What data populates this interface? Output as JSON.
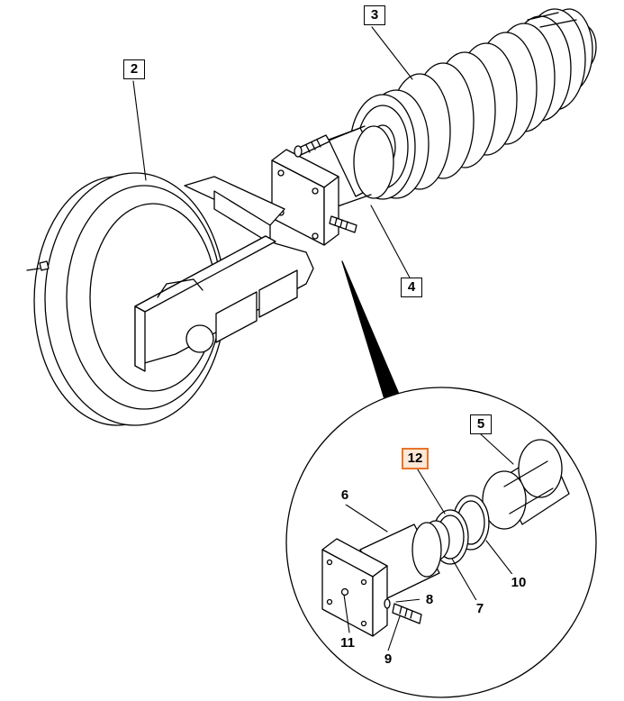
{
  "callouts": {
    "c2": "2",
    "c3": "3",
    "c4": "4",
    "c5": "5",
    "c6": "6",
    "c7": "7",
    "c8": "8",
    "c9": "9",
    "c10": "10",
    "c11": "11",
    "c12": "12"
  },
  "highlighted_callout": "12",
  "colors": {
    "line": "#000000",
    "highlight_border": "#e8742a",
    "highlight_fill": "#fde7d6",
    "background": "#ffffff"
  }
}
